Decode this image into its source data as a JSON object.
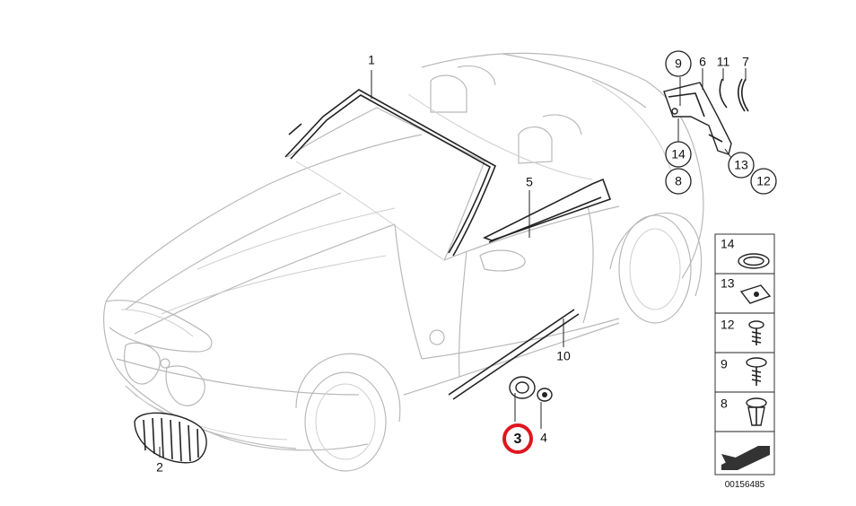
{
  "callouts": {
    "c1": "1",
    "c2": "2",
    "c3": "3",
    "c4": "4",
    "c5": "5",
    "c6": "6",
    "c7": "7",
    "c8": "8",
    "c9": "9",
    "c10": "10",
    "c11": "11",
    "c12": "12",
    "c13": "13",
    "c14": "14"
  },
  "legend": {
    "rows": [
      "14",
      "13",
      "12",
      "9",
      "8"
    ]
  },
  "diagram_id": "00156485",
  "highlight_color": "#e0161e"
}
